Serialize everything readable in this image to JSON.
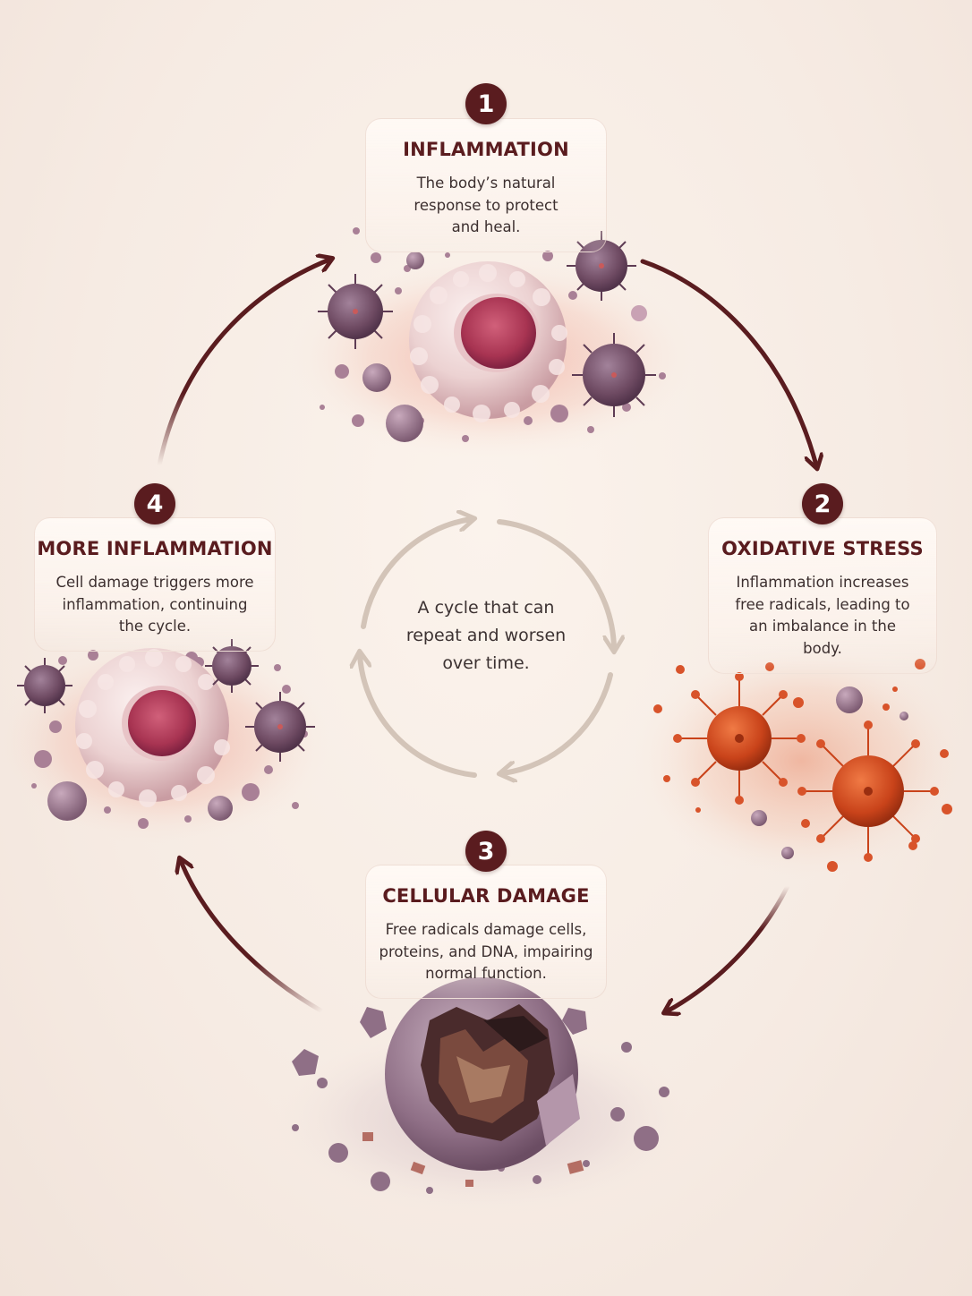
{
  "center": {
    "caption": "A cycle that can repeat and worsen over time."
  },
  "steps": [
    {
      "number": "1",
      "title": "INFLAMMATION",
      "description": "The body’s natural response to protect and heal."
    },
    {
      "number": "2",
      "title": "OXIDATIVE STRESS",
      "description": "Inflammation increases free radicals, leading to an imbalance in the body."
    },
    {
      "number": "3",
      "title": "CELLULAR DAMAGE",
      "description": "Free radicals damage cells, proteins, and DNA, impairing normal function."
    },
    {
      "number": "4",
      "title": "MORE INFLAMMATION",
      "description": "Cell damage triggers more inflammation, continuing the cycle."
    }
  ],
  "colors": {
    "accent": "#5a1c1f",
    "background": "#f6ebe3",
    "inner_cycle": "#d3c4b8",
    "immune_cell": "#eed7d6",
    "nucleus": "#b5425a",
    "virus": "#7a5168",
    "free_radical": "#d2501f"
  }
}
